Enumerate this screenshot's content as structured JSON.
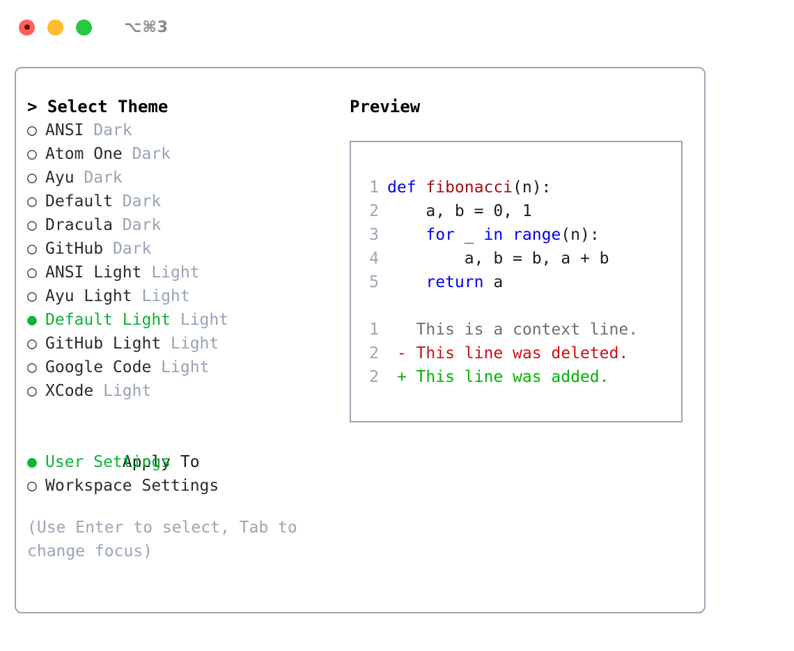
{
  "titlebar": {
    "shortcut": "⌥⌘3",
    "buttons": [
      {
        "name": "close",
        "color": "#ff5f57"
      },
      {
        "name": "minimize",
        "color": "#febc2e"
      },
      {
        "name": "maximize",
        "color": "#28c840"
      }
    ]
  },
  "theme_picker": {
    "header": "> Select Theme",
    "marker_selected": "●",
    "marker_unselected": "○",
    "items": [
      {
        "name": "ANSI",
        "kind": "Dark",
        "selected": false
      },
      {
        "name": "Atom One",
        "kind": "Dark",
        "selected": false
      },
      {
        "name": "Ayu",
        "kind": "Dark",
        "selected": false
      },
      {
        "name": "Default",
        "kind": "Dark",
        "selected": false
      },
      {
        "name": "Dracula",
        "kind": "Dark",
        "selected": false
      },
      {
        "name": "GitHub",
        "kind": "Dark",
        "selected": false
      },
      {
        "name": "ANSI Light",
        "kind": "Light",
        "selected": false
      },
      {
        "name": "Ayu Light",
        "kind": "Light",
        "selected": false
      },
      {
        "name": "Default Light",
        "kind": "Light",
        "selected": true
      },
      {
        "name": "GitHub Light",
        "kind": "Light",
        "selected": false
      },
      {
        "name": "Google Code",
        "kind": "Light",
        "selected": false
      },
      {
        "name": "XCode",
        "kind": "Light",
        "selected": false
      }
    ]
  },
  "apply_to": {
    "label": "Apply To",
    "options": [
      {
        "name": "User Settings",
        "selected": true
      },
      {
        "name": "Workspace Settings",
        "selected": false
      }
    ]
  },
  "hint": "(Use Enter to select, Tab to change focus)",
  "preview": {
    "title": "Preview",
    "code_lines": [
      {
        "num": "1",
        "tokens": [
          {
            "text": "def ",
            "type": "kw"
          },
          {
            "text": "fibonacci",
            "type": "fn"
          },
          {
            "text": "(n):",
            "type": "plain"
          }
        ]
      },
      {
        "num": "2",
        "tokens": [
          {
            "text": "    a, b = 0, 1",
            "type": "plain"
          }
        ]
      },
      {
        "num": "3",
        "tokens": [
          {
            "text": "    ",
            "type": "plain"
          },
          {
            "text": "for",
            "type": "kw"
          },
          {
            "text": " _ ",
            "type": "plain"
          },
          {
            "text": "in ",
            "type": "kw"
          },
          {
            "text": "range",
            "type": "kw"
          },
          {
            "text": "(n):",
            "type": "plain"
          }
        ]
      },
      {
        "num": "4",
        "tokens": [
          {
            "text": "        a, b = b, a + b",
            "type": "plain"
          }
        ]
      },
      {
        "num": "5",
        "tokens": [
          {
            "text": "    ",
            "type": "plain"
          },
          {
            "text": "return",
            "type": "kw"
          },
          {
            "text": " a",
            "type": "plain"
          }
        ]
      }
    ],
    "diff_lines": [
      {
        "num": "1",
        "marker": " ",
        "text": "This is a context line.",
        "type": "ctx"
      },
      {
        "num": "2",
        "marker": "-",
        "text": "This line was deleted.",
        "type": "del"
      },
      {
        "num": "2",
        "marker": "+",
        "text": "This line was added.",
        "type": "add"
      }
    ]
  },
  "colors": {
    "accent_green": "#0ab33a",
    "muted": "#97a3b4",
    "border": "#9aa5b5",
    "keyword_blue": "#0000ee",
    "function_red": "#a01010",
    "diff_add": "#00b300",
    "diff_del": "#cc1111"
  }
}
